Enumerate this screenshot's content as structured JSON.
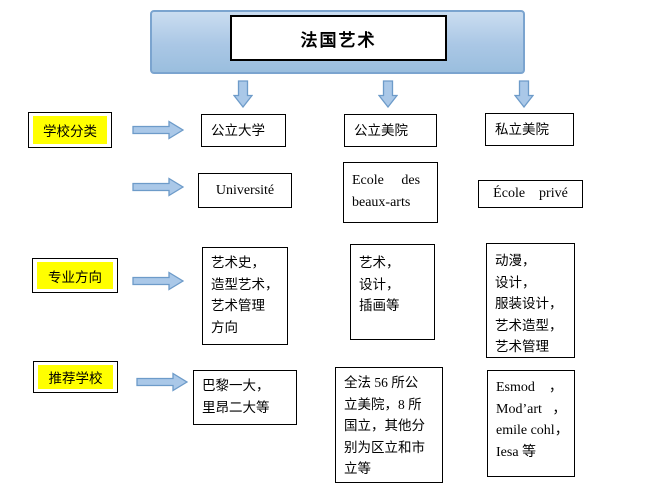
{
  "diagram": {
    "title": "法国艺术",
    "row_labels": {
      "school_category": "学校分类",
      "major_direction": "专业方向",
      "recommended_schools": "推荐学校"
    },
    "columns": {
      "public_university": {
        "name_cn": "公立大学",
        "name_fr": "Université",
        "majors": "艺术史，\n造型艺术，\n艺术管理\n方向",
        "schools": "巴黎一大，\n里昂二大等"
      },
      "public_art_academy": {
        "name_cn": "公立美院",
        "name_fr": "Ecole     des\nbeaux-arts",
        "majors": "艺术，\n设计，\n插画等",
        "schools": "全法 56 所公\n立美院，8 所\n国立，其他分\n别为区立和市\n立等"
      },
      "private_art_academy": {
        "name_cn": "私立美院",
        "name_fr": "École    privé",
        "majors": "动漫，\n设计，\n服装设计，\n艺术造型，\n艺术管理",
        "schools": "Esmod    ，\nMod’art   ，\nemile cohl，\nIesa 等"
      }
    },
    "colors": {
      "banner_fill_top": "#cbddf0",
      "banner_fill_bottom": "#9abede",
      "banner_border": "#7ba4cf",
      "arrow_fill": "#aac8e8",
      "arrow_border": "#6d9bc9",
      "highlight": "#ffff00",
      "box_border": "#000000"
    }
  }
}
